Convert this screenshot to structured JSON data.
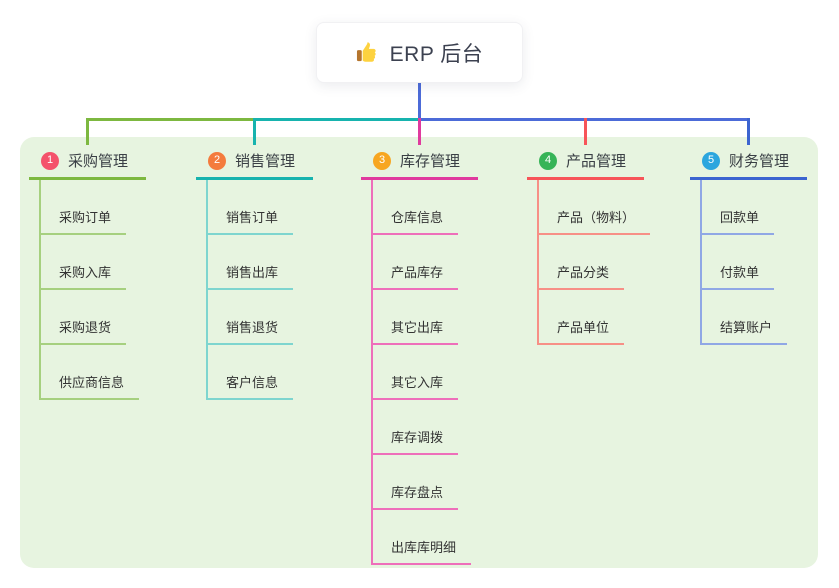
{
  "root": {
    "title": "ERP 后台",
    "icon": "thumbs-up-icon"
  },
  "colors": {
    "panel_bg": "#e7f4e0",
    "root_connector": "#4c6bd8"
  },
  "branches": [
    {
      "number": "1",
      "title": "采购管理",
      "badge_color": "#f4526b",
      "line_color": "#7db840",
      "child_line_color": "#a6d07f",
      "children": [
        "采购订单",
        "采购入库",
        "采购退货",
        "供应商信息"
      ]
    },
    {
      "number": "2",
      "title": "销售管理",
      "badge_color": "#f47b3d",
      "line_color": "#17b3ae",
      "child_line_color": "#7ed5cf",
      "children": [
        "销售订单",
        "销售出库",
        "销售退货",
        "客户信息"
      ]
    },
    {
      "number": "3",
      "title": "库存管理",
      "badge_color": "#f7a621",
      "line_color": "#e03a9e",
      "child_line_color": "#ee6eba",
      "children": [
        "仓库信息",
        "产品库存",
        "其它出库",
        "其它入库",
        "库存调拨",
        "库存盘点",
        "出库库明细"
      ]
    },
    {
      "number": "4",
      "title": "产品管理",
      "badge_color": "#36b457",
      "line_color": "#f75459",
      "child_line_color": "#f78f86",
      "children": [
        "产品（物料）",
        "产品分类",
        "产品单位"
      ]
    },
    {
      "number": "5",
      "title": "财务管理",
      "badge_color": "#2ca6de",
      "line_color": "#3c64d0",
      "child_line_color": "#90a7e5",
      "children": [
        "回款单",
        "付款单",
        "结算账户"
      ]
    }
  ]
}
